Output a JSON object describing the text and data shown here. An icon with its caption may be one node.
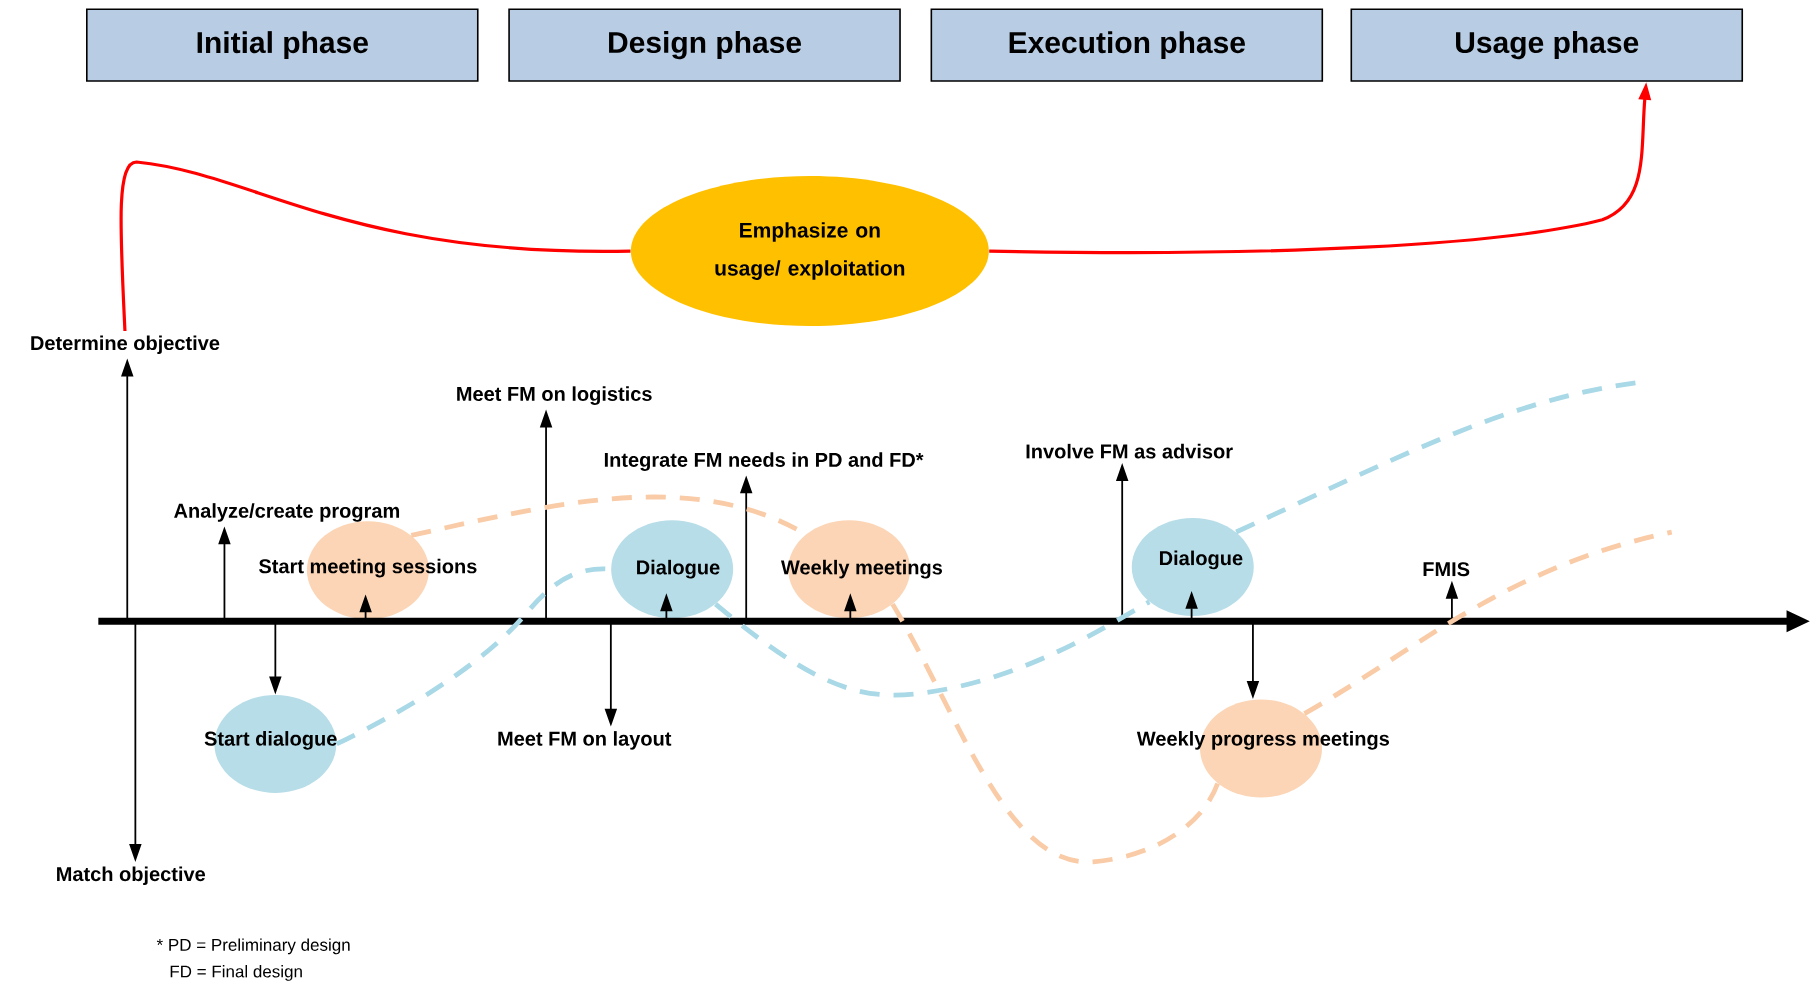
{
  "diagram": {
    "nodes": [
      {
        "text": [
          "Initial phase"
        ]
      },
      {
        "text": [
          "Design phase"
        ]
      },
      {
        "text": [
          "Execution phase"
        ]
      },
      {
        "text": [
          "Usage phase"
        ]
      },
      {
        "text": [
          "Emphasize on usage/ exploitation"
        ]
      },
      {
        "text": [
          "Determine objective"
        ]
      },
      {
        "text": [
          "Match objective"
        ]
      },
      {
        "text": [
          "Analyze/create program"
        ]
      },
      {
        "text": [
          "Start meeting sessions"
        ]
      },
      {
        "text": [
          "Meet FM on logistics"
        ]
      },
      {
        "text": [
          "Start dialogue"
        ]
      },
      {
        "text": [
          "Meet FM on layout"
        ]
      },
      {
        "text": [
          "Integrate FM needs in PD and FD*"
        ]
      },
      {
        "text": [
          "Dialogue"
        ]
      },
      {
        "text": [
          "Weekly meetings"
        ]
      },
      {
        "text": [
          "Involve FM as advisor"
        ]
      },
      {
        "text": [
          "Dialogue"
        ]
      },
      {
        "text": [
          "FMIS"
        ]
      },
      {
        "text": [
          "Weekly progress meetings"
        ]
      }
    ],
    "edges": [
      {
        "from": 5,
        "to": 4,
        "arrow": "none",
        "color": "#ff0000"
      },
      {
        "from": 4,
        "to": 3,
        "arrow": "to",
        "color": "#ff0000"
      },
      {
        "from": null,
        "to": 5,
        "arrow": "to"
      },
      {
        "from": null,
        "to": 6,
        "arrow": "to"
      },
      {
        "from": null,
        "to": 7,
        "arrow": "to"
      },
      {
        "from": null,
        "to": 8,
        "arrow": "to"
      },
      {
        "from": null,
        "to": 10,
        "arrow": "to"
      },
      {
        "from": null,
        "to": 9,
        "arrow": "to"
      },
      {
        "from": null,
        "to": 11,
        "arrow": "to"
      },
      {
        "from": null,
        "to": 12,
        "arrow": "to"
      },
      {
        "from": null,
        "to": 13,
        "arrow": "to"
      },
      {
        "from": null,
        "to": 14,
        "arrow": "to"
      },
      {
        "from": null,
        "to": 15,
        "arrow": "to"
      },
      {
        "from": null,
        "to": 16,
        "arrow": "to"
      },
      {
        "from": null,
        "to": 17,
        "arrow": "to"
      },
      {
        "from": null,
        "to": 18,
        "arrow": "to"
      },
      {
        "from": 10,
        "to": 13,
        "arrow": "none",
        "style": "dashed",
        "color": "#a9d8e6"
      },
      {
        "from": 13,
        "to": 16,
        "arrow": "none",
        "style": "dashed",
        "color": "#a9d8e6"
      },
      {
        "from": 16,
        "to": null,
        "arrow": "none",
        "style": "dashed",
        "color": "#a9d8e6"
      },
      {
        "from": 8,
        "to": 14,
        "arrow": "none",
        "style": "dashed",
        "color": "#f9cba6"
      },
      {
        "from": 14,
        "to": 18,
        "arrow": "none",
        "style": "dashed",
        "color": "#f9cba6"
      },
      {
        "from": 18,
        "to": null,
        "arrow": "none",
        "style": "dashed",
        "color": "#f9cba6"
      }
    ],
    "labels": [
      "* PD = Preliminary design",
      "FD = Final design"
    ]
  }
}
